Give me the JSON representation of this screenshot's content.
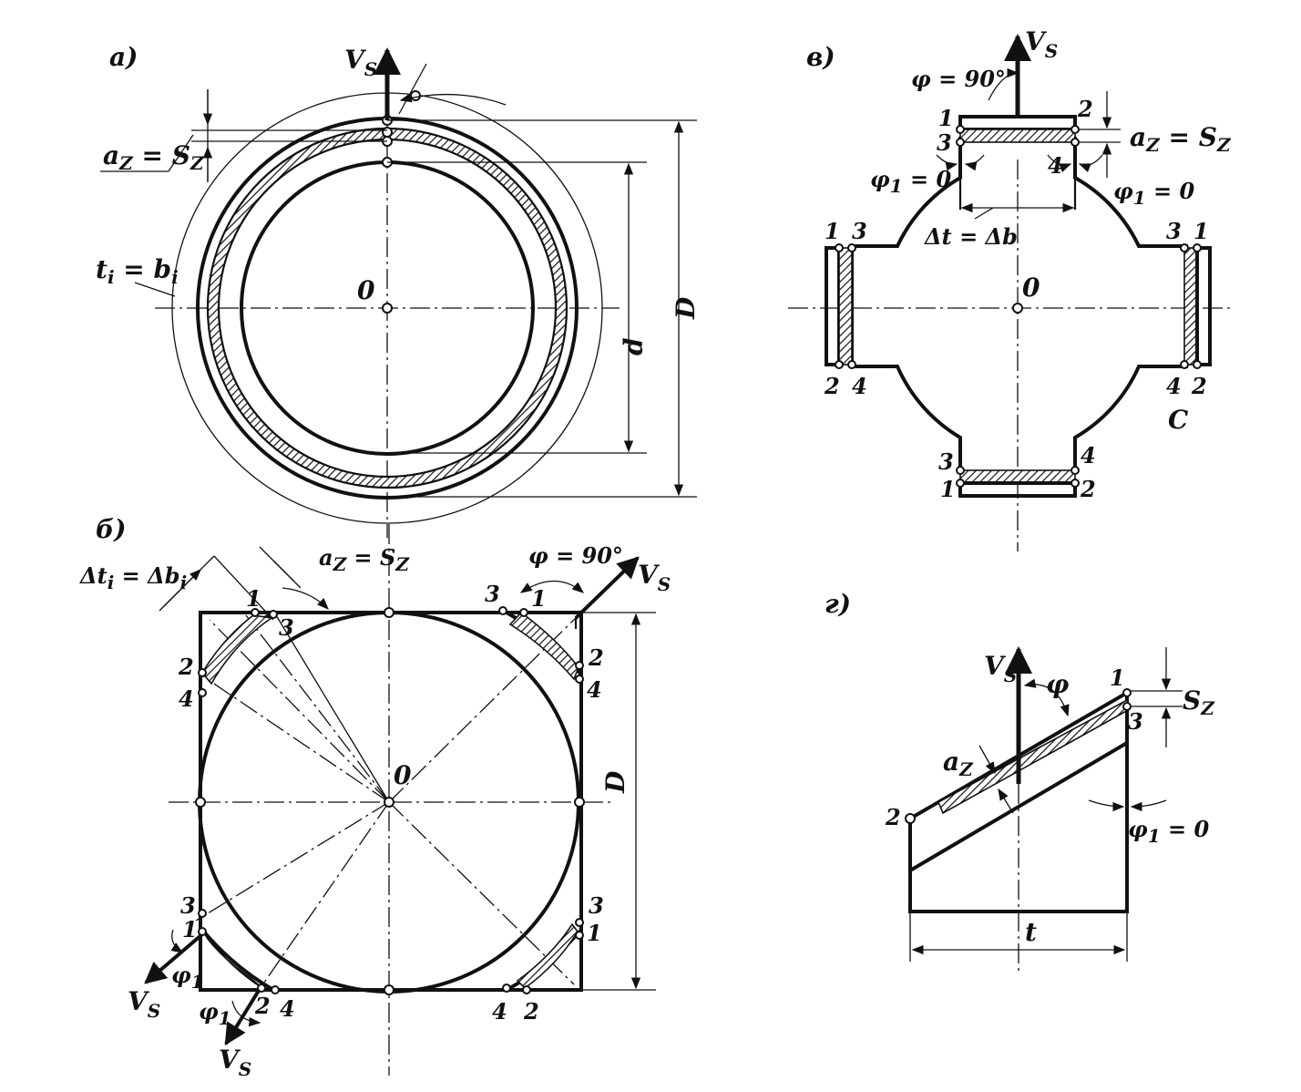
{
  "panels": {
    "a": {
      "title": "а)",
      "vs": "V",
      "vs_sub": "S",
      "az_sz": "a",
      "az_sub": "Z",
      "sz_mid": " = S",
      "sz_sub": "Z",
      "ti_bi": "t",
      "ti_sub": "i",
      "ti_mid": " = b",
      "bi_sub": "i",
      "center": "0",
      "d": "d",
      "D": "D"
    },
    "b": {
      "title": "б)",
      "delta_t": "Δt",
      "delta_t_sub": "i",
      "delta_mid": " = Δb",
      "delta_b_sub": "i",
      "az": "a",
      "az_sub": "Z",
      "az_mid": " = S",
      "sz_sub": "Z",
      "phi90": "φ = 90°",
      "vs": "V",
      "vs_sub": "S",
      "center": "0",
      "D": "D",
      "phi1": "φ",
      "phi1_sub": "1",
      "points": [
        "1",
        "2",
        "3",
        "4"
      ]
    },
    "v": {
      "title": "в)",
      "vs": "V",
      "vs_sub": "S",
      "phi90": "φ = 90°",
      "az": "a",
      "az_sub": "Z",
      "az_mid": " = S",
      "sz_sub": "Z",
      "phi1_left": "φ",
      "phi1_right": "φ",
      "phi1_sub": "1",
      "phi1_val": " = 0",
      "delta": "Δt = Δb",
      "center": "0",
      "c": "C",
      "points": [
        "1",
        "2",
        "3",
        "4"
      ]
    },
    "g": {
      "title": "г)",
      "vs": "V",
      "vs_sub": "S",
      "phi": "φ",
      "sz": "S",
      "sz_sub": "Z",
      "az": "a",
      "az_sub": "Z",
      "phi1": "φ",
      "phi1_sub": "1",
      "phi1_val": " = 0",
      "t": "t",
      "points": [
        "1",
        "2",
        "3"
      ]
    }
  }
}
